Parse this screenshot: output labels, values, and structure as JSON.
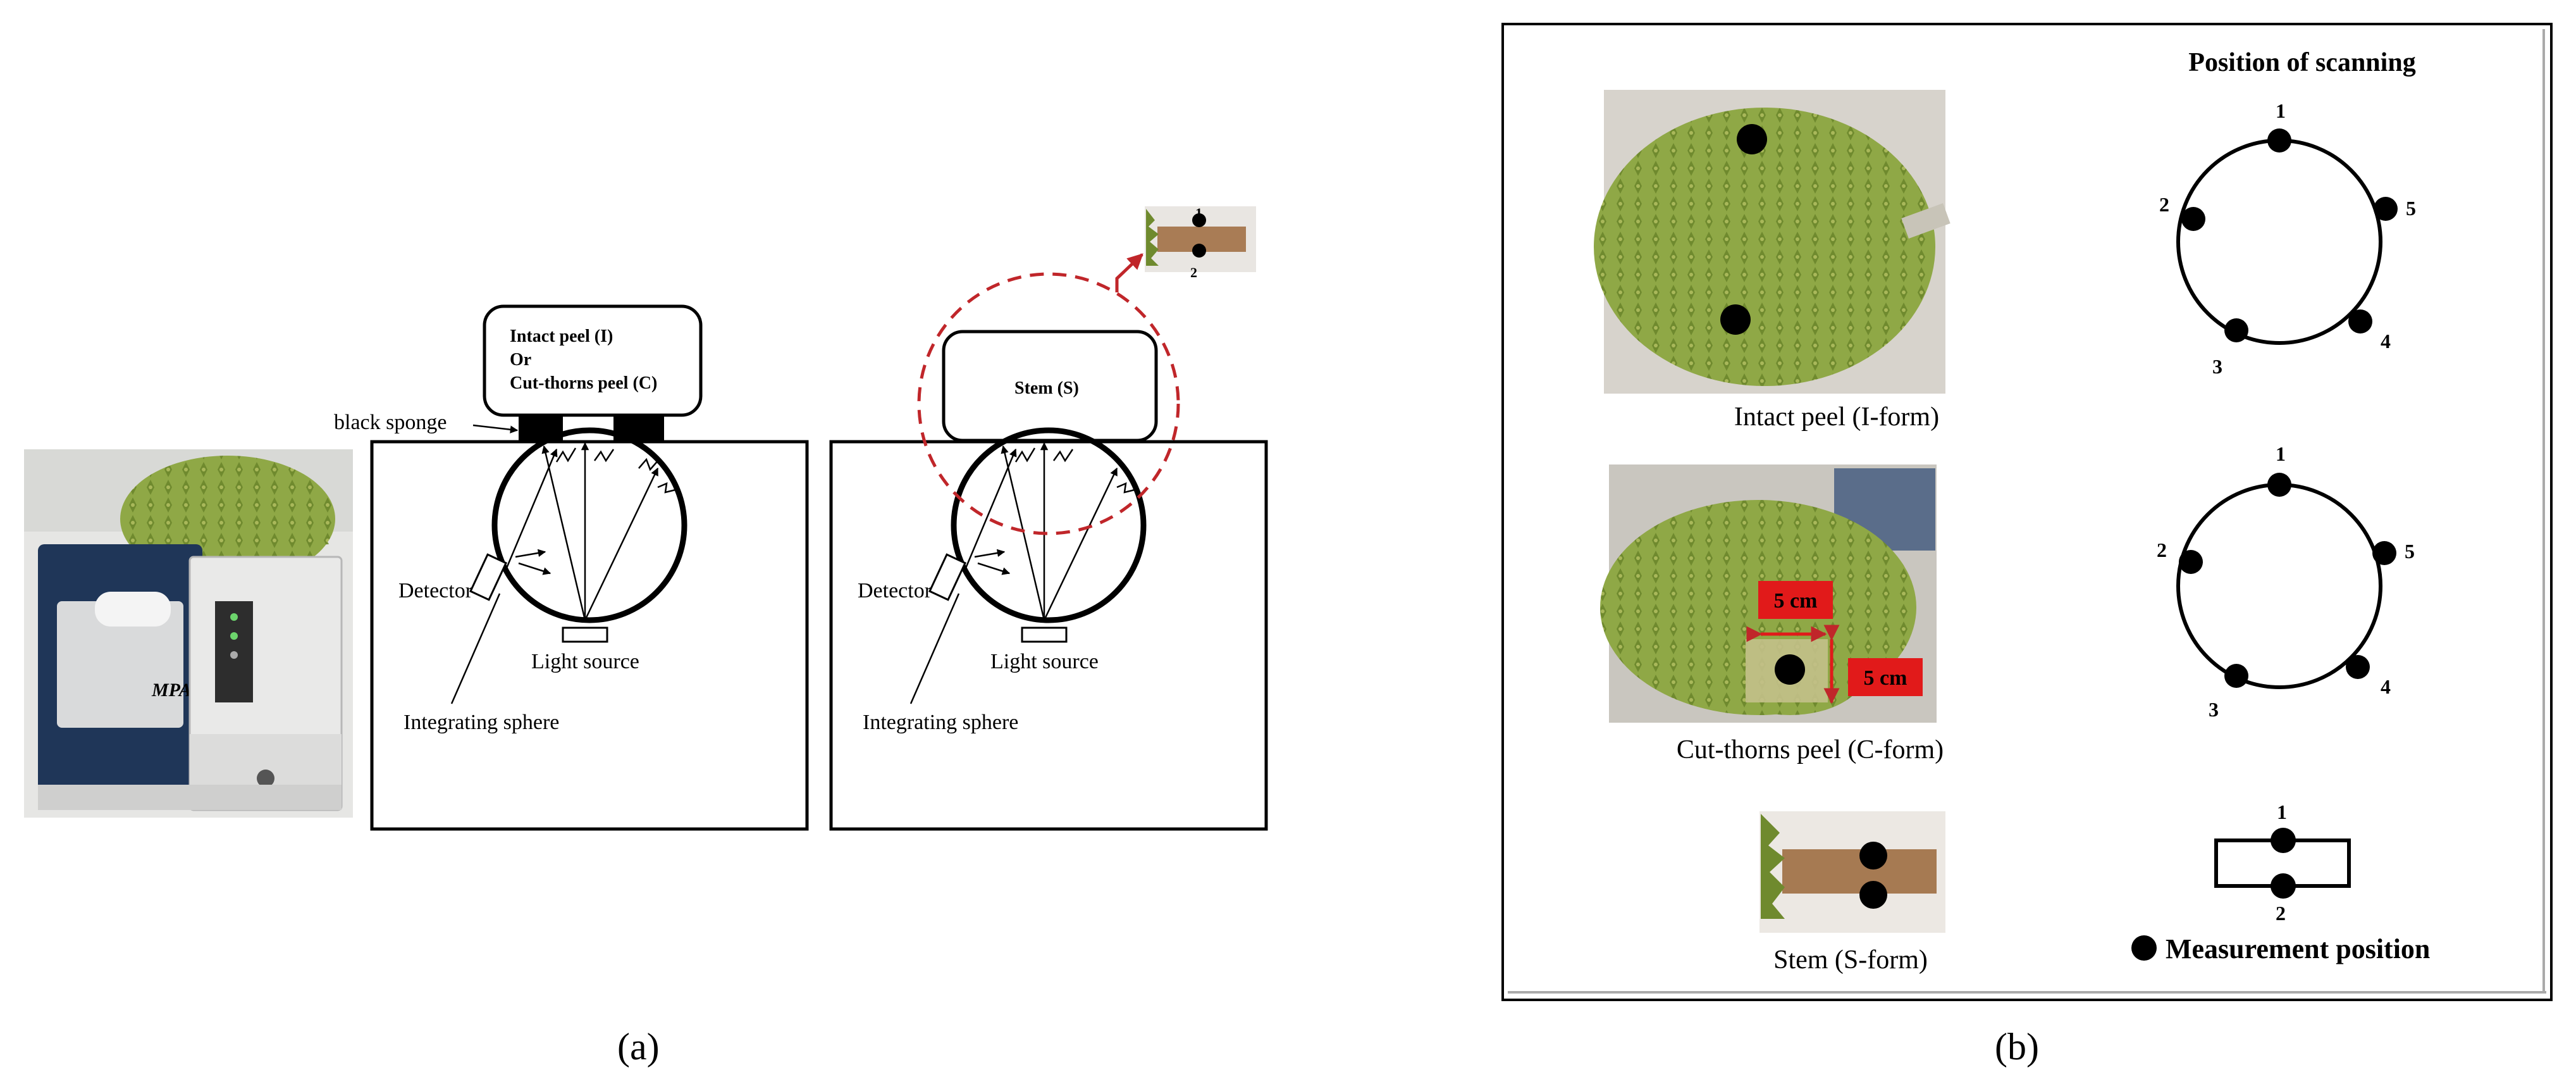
{
  "panel_a": {
    "label": "(a)",
    "sample_box_lines": [
      "Intact peel (I)",
      "Or",
      "Cut-thorns peel (C)"
    ],
    "stem_box_label": "Stem (S)",
    "black_sponge": "black sponge",
    "detector": "Detector",
    "light_source": "Light source",
    "integrating_sphere": "Integrating sphere",
    "inset_labels": [
      "1",
      "2"
    ],
    "instrument_brand": "MPA"
  },
  "panel_b": {
    "label": "(b)",
    "header": "Position of scanning",
    "rows": [
      {
        "caption": "Intact peel (I-form)",
        "positions": [
          "1",
          "2",
          "3",
          "4",
          "5"
        ]
      },
      {
        "caption": "Cut-thorns peel (C-form)",
        "positions": [
          "1",
          "2",
          "3",
          "4",
          "5"
        ],
        "dims": [
          "5 cm",
          "5 cm"
        ]
      },
      {
        "caption": "Stem (S-form)",
        "positions": [
          "1",
          "2"
        ]
      }
    ],
    "legend": "Measurement position"
  },
  "colors": {
    "dashed_circle": "#c0262a",
    "dim_box": "#e11a1a",
    "durian_green": "#7f9a3a",
    "instrument_navy": "#1f3658"
  }
}
